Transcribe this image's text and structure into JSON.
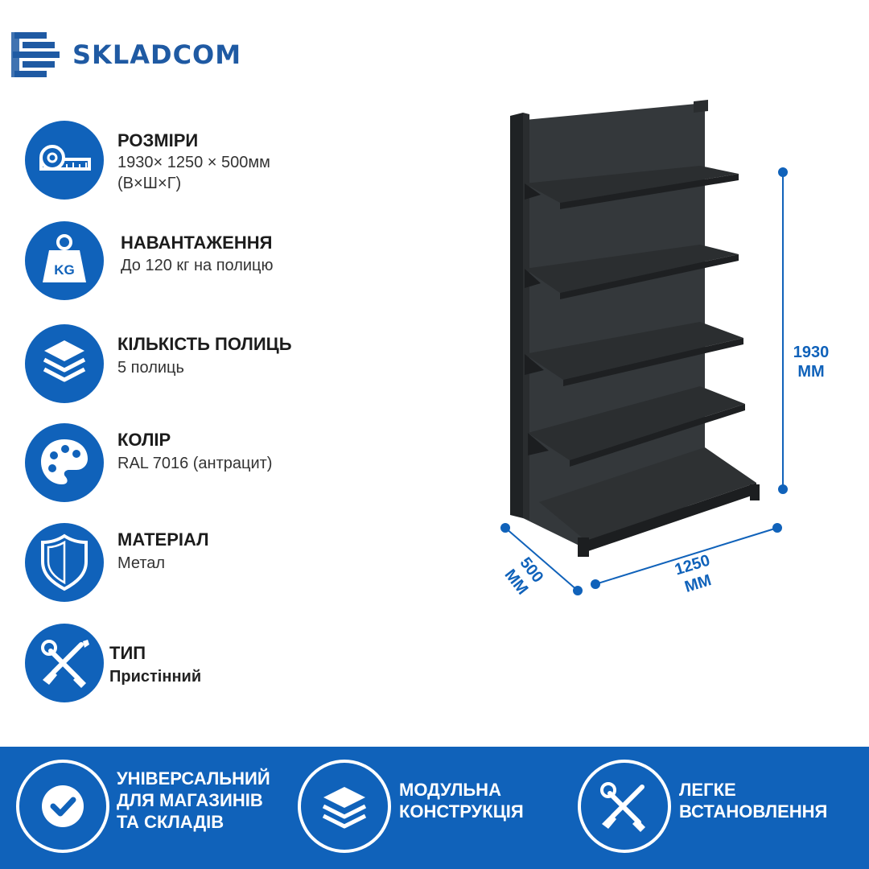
{
  "brand": {
    "name": "SKLADCOM",
    "color": "#1f5aa3"
  },
  "features": [
    {
      "title": "РОЗМІРИ",
      "lines": [
        "1930× 1250 × 500мм",
        "(В×Ш×Г)"
      ],
      "icon": "tape-measure-icon"
    },
    {
      "title": "НАВАНТАЖЕННЯ",
      "lines": [
        "До 120 кг на полицю"
      ],
      "icon": "weight-kg-icon",
      "icon_text": "KG"
    },
    {
      "title": "КІЛЬКІСТЬ ПОЛИЦЬ",
      "lines": [
        "5 полиць"
      ],
      "icon": "layers-icon"
    },
    {
      "title": "КОЛІР",
      "lines": [
        "RAL 7016 (антрацит)"
      ],
      "icon": "palette-icon"
    },
    {
      "title": "МАТЕРІАЛ",
      "lines": [
        "Метал"
      ],
      "icon": "shield-icon"
    },
    {
      "title": "ТИП",
      "lines": [
        "Пристінний"
      ],
      "icon": "tools-icon"
    }
  ],
  "dimensions": {
    "height": {
      "value": "1930",
      "unit": "ММ"
    },
    "width": {
      "value": "1250",
      "unit": "ММ"
    },
    "depth": {
      "value": "500",
      "unit": "ММ"
    }
  },
  "bottom": [
    {
      "lines": [
        "УНІВЕРСАЛЬНИЙ",
        "ДЛЯ МАГАЗИНІВ",
        "ТА СКЛАДІВ"
      ],
      "icon": "check-icon"
    },
    {
      "lines": [
        "МОДУЛЬНА",
        "КОНСТРУКЦІЯ"
      ],
      "icon": "layers-icon"
    },
    {
      "lines": [
        "ЛЕГКЕ",
        "ВСТАНОВЛЕННЯ"
      ],
      "icon": "tools-icon"
    }
  ],
  "colors": {
    "accent": "#1062ba",
    "shelf": "#2e3133"
  }
}
